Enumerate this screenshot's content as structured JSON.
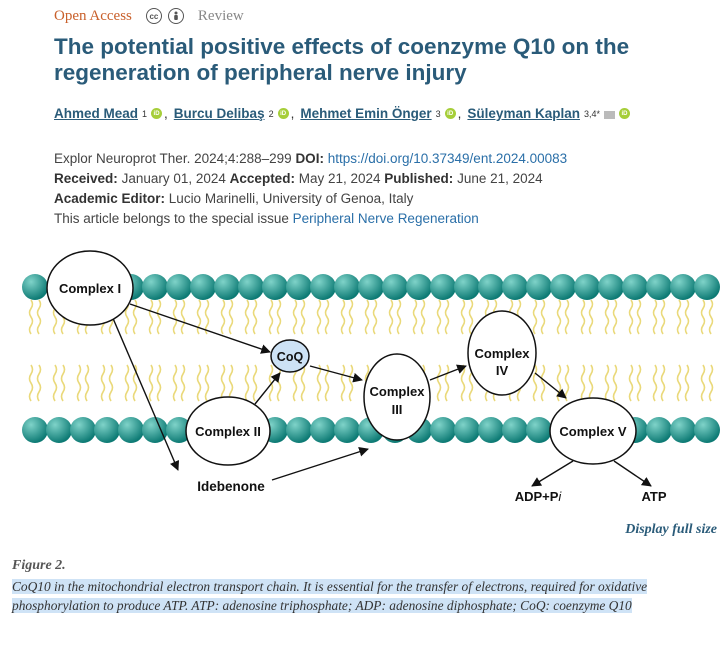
{
  "header": {
    "open_access": "Open Access",
    "review": "Review",
    "cc_icon": "cc-icon",
    "by_icon": "by-person-icon"
  },
  "title": "The potential positive effects of coenzyme Q10 on the regeneration of peripheral nerve injury",
  "authors": [
    {
      "name": "Ahmed Mead",
      "sup": "1"
    },
    {
      "name": "Burcu Delibaş",
      "sup": "2"
    },
    {
      "name": "Mehmet Emin Önger",
      "sup": "3"
    },
    {
      "name": "Süleyman Kaplan",
      "sup": "3,4*"
    }
  ],
  "meta": {
    "journal": "Explor Neuroprot Ther. 2024;4:288–299",
    "doi_label": "DOI:",
    "doi": "https://doi.org/10.37349/ent.2024.00083",
    "received_label": "Received:",
    "received": "January 01, 2024",
    "accepted_label": "Accepted:",
    "accepted": "May 21, 2024",
    "published_label": "Published:",
    "published": "June 21, 2024",
    "editor_label": "Academic Editor:",
    "editor": "Lucio Marinelli, University of Genoa, Italy",
    "issue_text": "This article belongs to the special issue",
    "issue_link": "Peripheral Nerve Regeneration"
  },
  "figure": {
    "nodes": {
      "complex1": "Complex I",
      "coq": "CoQ",
      "complex2": "Complex II",
      "complex3_a": "Complex",
      "complex3_b": "III",
      "complex4_a": "Complex",
      "complex4_b": "IV",
      "complex5": "Complex V",
      "idebenone": "Idebenone",
      "adp": "ADP+P",
      "adp_i": "i",
      "atp": "ATP"
    },
    "colors": {
      "bead": "#0d7a74",
      "bead_highlight": "#7fd3c9",
      "tail": "#ead97a",
      "coq_fill": "#cde2f5"
    }
  },
  "display_full": "Display full size",
  "caption": {
    "label": "Figure 2.",
    "text": "CoQ10 in the mitochondrial electron transport chain. It is essential for the transfer of electrons, required for oxidative phosphorylation to produce ATP. ATP: adenosine triphosphate; ADP: adenosine diphosphate; CoQ: coenzyme Q10"
  }
}
